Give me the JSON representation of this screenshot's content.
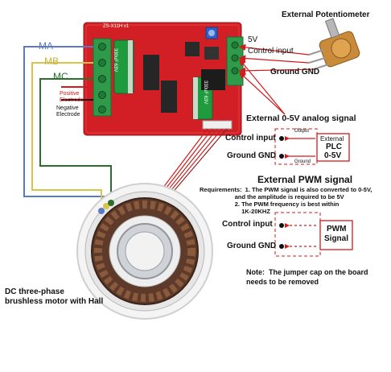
{
  "board": {
    "model": "ZS-X11H v1",
    "cap_left": "330uF 63V",
    "cap_right": "330uF 63V"
  },
  "wires": {
    "ma": "MA",
    "mb": "MB",
    "mc": "MC",
    "positive": "Positive\nElectrode",
    "negative": "Negative\nElectrode"
  },
  "potentiometer": {
    "title": "External Potentiometer",
    "pin_5v": "5V",
    "pin_control": "Control input",
    "pin_gnd": "Ground GND"
  },
  "analog": {
    "title": "External 0-5V analog signal",
    "control_input": "Control input",
    "ground_gnd": "Ground GND",
    "output_label": "Output",
    "external_label": "External",
    "ground_small": "Ground",
    "plc": "PLC",
    "range": "0-5V"
  },
  "pwm": {
    "title": "External PWM signal",
    "requirements": "Requirements:  1. The PWM signal is also converted to 0-5V,\n                     and the amplitude is required to be 5V\n                     2. The PWM frequency is best within\n                         1K-20KHZ",
    "control_input": "Control input",
    "ground_gnd": "Ground GND",
    "box_line1": "PWM",
    "box_line2": "Signal"
  },
  "note": "Note:  The jumper cap on the board\nneeds to be removed",
  "motor": {
    "caption": "DC three-phase\nbrushless motor with Hall"
  },
  "colors": {
    "board": "#d21f26",
    "terminal": "#2e9a4a",
    "arrow": "#d41a1a",
    "wire_ma": "#5a79c8",
    "wire_mb": "#d9c44a",
    "wire_mc": "#2c6e2c"
  }
}
